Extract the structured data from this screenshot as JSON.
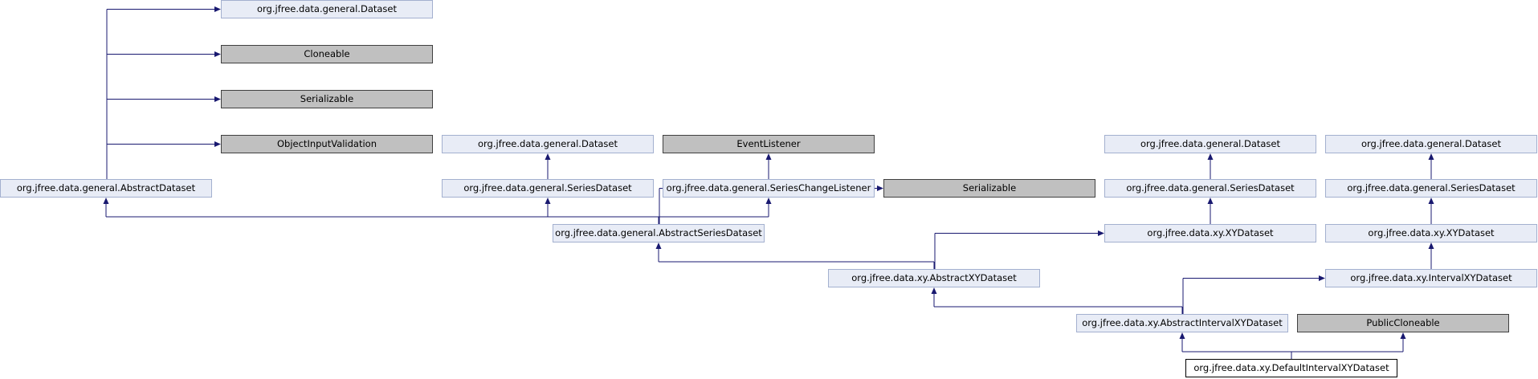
{
  "colors": {
    "edge": "#191970",
    "ref_fill": "#e8ecf6",
    "ref_border": "#a3b0cf",
    "ext_fill": "#c0c0c0",
    "ext_border": "#404040",
    "focus_border": "#000000"
  },
  "diagram": {
    "nodes": {
      "gd1": {
        "label": "org.jfree.data.general.Dataset",
        "kind": "ref"
      },
      "clone": {
        "label": "Cloneable",
        "kind": "ext"
      },
      "ser1": {
        "label": "Serializable",
        "kind": "ext"
      },
      "oiv": {
        "label": "ObjectInputValidation",
        "kind": "ext"
      },
      "ads": {
        "label": "org.jfree.data.general.AbstractDataset",
        "kind": "ref"
      },
      "gd2": {
        "label": "org.jfree.data.general.Dataset",
        "kind": "ref"
      },
      "sds1": {
        "label": "org.jfree.data.general.SeriesDataset",
        "kind": "ref"
      },
      "evl": {
        "label": "EventListener",
        "kind": "ext"
      },
      "scl": {
        "label": "org.jfree.data.general.SeriesChangeListener",
        "kind": "ref"
      },
      "ser2": {
        "label": "Serializable",
        "kind": "ext"
      },
      "asds": {
        "label": "org.jfree.data.general.AbstractSeriesDataset",
        "kind": "ref"
      },
      "gd3": {
        "label": "org.jfree.data.general.Dataset",
        "kind": "ref"
      },
      "sds2": {
        "label": "org.jfree.data.general.SeriesDataset",
        "kind": "ref"
      },
      "xyd1": {
        "label": "org.jfree.data.xy.XYDataset",
        "kind": "ref"
      },
      "gd4": {
        "label": "org.jfree.data.general.Dataset",
        "kind": "ref"
      },
      "sds3": {
        "label": "org.jfree.data.general.SeriesDataset",
        "kind": "ref"
      },
      "xyd2": {
        "label": "org.jfree.data.xy.XYDataset",
        "kind": "ref"
      },
      "axyd": {
        "label": "org.jfree.data.xy.AbstractXYDataset",
        "kind": "ref"
      },
      "ixyd": {
        "label": "org.jfree.data.xy.IntervalXYDataset",
        "kind": "ref"
      },
      "aixyd": {
        "label": "org.jfree.data.xy.AbstractIntervalXYDataset",
        "kind": "ref"
      },
      "pc": {
        "label": "PublicCloneable",
        "kind": "ext"
      },
      "dixyd": {
        "label": "org.jfree.data.xy.DefaultIntervalXYDataset",
        "kind": "focus"
      }
    },
    "edges": [
      {
        "from": "ads",
        "to": "gd1"
      },
      {
        "from": "ads",
        "to": "clone"
      },
      {
        "from": "ads",
        "to": "ser1"
      },
      {
        "from": "ads",
        "to": "oiv"
      },
      {
        "from": "sds1",
        "to": "gd2"
      },
      {
        "from": "scl",
        "to": "evl"
      },
      {
        "from": "asds",
        "to": "ads"
      },
      {
        "from": "asds",
        "to": "sds1"
      },
      {
        "from": "asds",
        "to": "scl"
      },
      {
        "from": "asds",
        "to": "ser2"
      },
      {
        "from": "sds2",
        "to": "gd3"
      },
      {
        "from": "xyd1",
        "to": "sds2"
      },
      {
        "from": "sds3",
        "to": "gd4"
      },
      {
        "from": "xyd2",
        "to": "sds3"
      },
      {
        "from": "ixyd",
        "to": "xyd2"
      },
      {
        "from": "axyd",
        "to": "asds"
      },
      {
        "from": "axyd",
        "to": "xyd1"
      },
      {
        "from": "aixyd",
        "to": "axyd"
      },
      {
        "from": "aixyd",
        "to": "ixyd"
      },
      {
        "from": "dixyd",
        "to": "aixyd"
      },
      {
        "from": "dixyd",
        "to": "pc"
      }
    ]
  }
}
